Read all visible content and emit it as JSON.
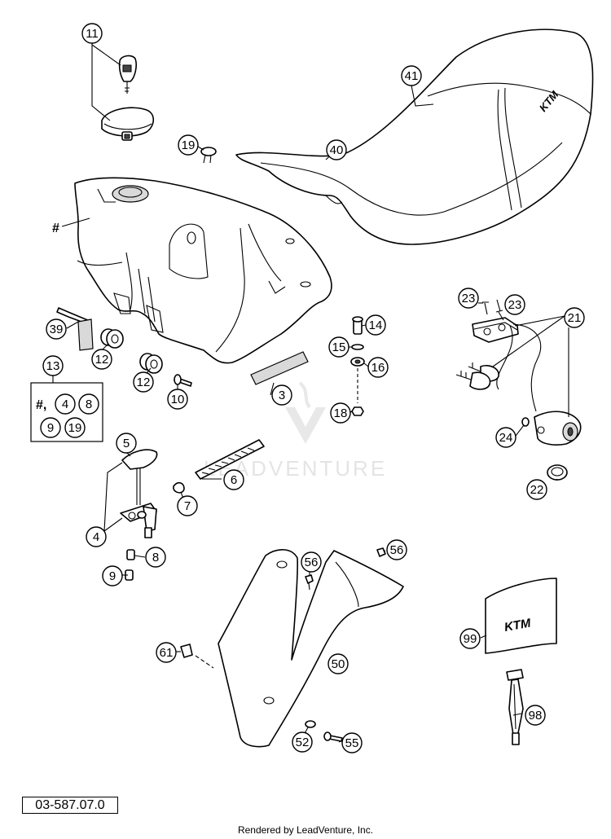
{
  "drawing_number": "03-587.07.0",
  "credit": "Rendered by LeadVenture, Inc.",
  "watermark": "LEADVENTURE",
  "labels": {
    "tank_mark": "#",
    "kit_hash": "#,",
    "p3": "3",
    "p4": "4",
    "p5": "5",
    "p6": "6",
    "p7": "7",
    "p8": "8",
    "p9": "9",
    "p10": "10",
    "p11": "11",
    "p12": "12",
    "p13": "13",
    "p14": "14",
    "p15": "15",
    "p16": "16",
    "p18": "18",
    "p19": "19",
    "p21": "21",
    "p22": "22",
    "p23": "23",
    "p24": "24",
    "p39": "39",
    "p40": "40",
    "p41": "41",
    "p50": "50",
    "p52": "52",
    "p55": "55",
    "p56": "56",
    "p61": "61",
    "p98": "98",
    "p99": "99"
  }
}
